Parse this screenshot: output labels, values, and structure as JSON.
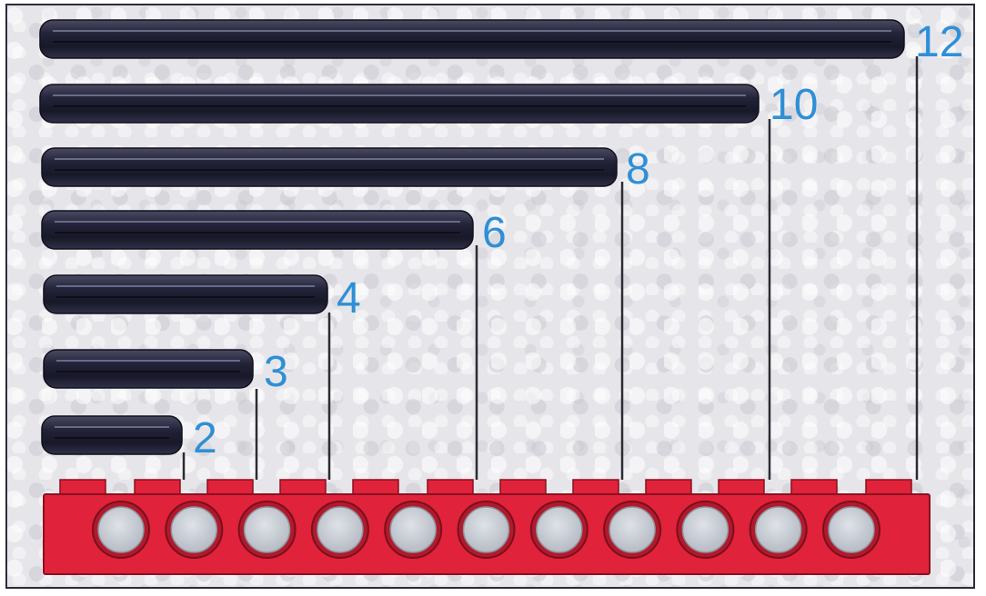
{
  "diagram": {
    "axles": [
      {
        "length": "12"
      },
      {
        "length": "10"
      },
      {
        "length": "8"
      },
      {
        "length": "6"
      },
      {
        "length": "4"
      },
      {
        "length": "3"
      },
      {
        "length": "2"
      }
    ],
    "beam_holes": 11,
    "colors": {
      "axle": "#23233a",
      "beam": "#e0223a",
      "hole": "#c9cdd4",
      "label": "#2f8fd6"
    }
  }
}
